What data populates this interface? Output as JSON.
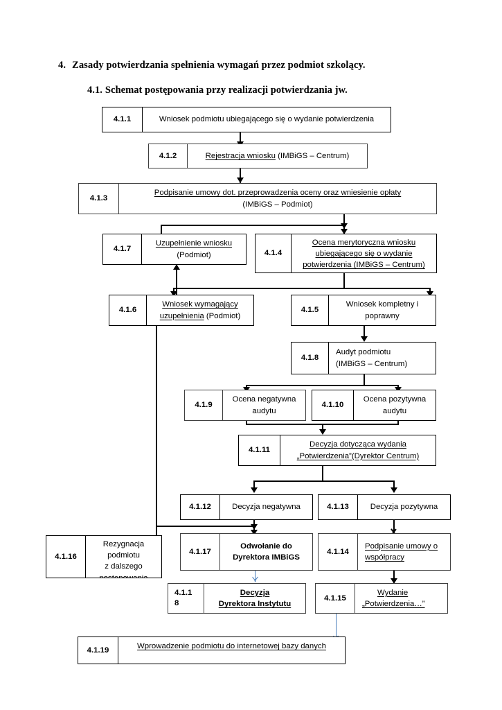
{
  "document": {
    "heading_main": {
      "number": "4.",
      "text": "Zasady potwierdzania spełnienia wymagań przez podmiot szkolący."
    },
    "heading_sub": {
      "number": "4.1.",
      "text": "Schemat postępowania przy realizacji potwierdzania jw."
    }
  },
  "flowchart": {
    "type": "flowchart",
    "nodes": [
      {
        "id": "4.1.1",
        "lines": [
          "Wniosek podmiotu ubiegającego się o wydanie potwierdzenia"
        ]
      },
      {
        "id": "4.1.2",
        "lines": [
          "Rejestracja wniosku (IMBiGS – Centrum)"
        ]
      },
      {
        "id": "4.1.3",
        "lines": [
          "Podpisanie umowy dot. przeprowadzenia oceny oraz wniesienie opłaty",
          "(IMBiGS – Podmiot)"
        ]
      },
      {
        "id": "4.1.7",
        "lines": [
          "Uzupełnienie wniosku",
          "(Podmiot)"
        ]
      },
      {
        "id": "4.1.4",
        "lines": [
          "Ocena merytoryczna wniosku",
          "ubiegającego się o wydanie",
          "potwierdzenia (IMBiGS – Centrum)"
        ]
      },
      {
        "id": "4.1.6",
        "lines": [
          "Wniosek wymagający",
          "uzupełnienia (Podmiot)"
        ]
      },
      {
        "id": "4.1.5",
        "lines": [
          "Wniosek kompletny i",
          "poprawny"
        ]
      },
      {
        "id": "4.1.8",
        "lines": [
          "Audyt  podmiotu",
          "(IMBiGS – Centrum)"
        ]
      },
      {
        "id": "4.1.9",
        "lines": [
          "Ocena negatywna",
          "audytu"
        ]
      },
      {
        "id": "4.1.10",
        "lines": [
          "Ocena pozytywna",
          "audytu"
        ]
      },
      {
        "id": "4.1.11",
        "lines": [
          "Decyzja dotycząca wydania",
          "„Potwierdzenia”(Dyrektor  Centrum)"
        ]
      },
      {
        "id": "4.1.12",
        "lines": [
          "Decyzja negatywna"
        ]
      },
      {
        "id": "4.1.13",
        "lines": [
          "Decyzja pozytywna"
        ]
      },
      {
        "id": "4.1.16",
        "lines": [
          "Rezygnacja",
          "podmiotu",
          "z dalszego",
          "postępowania"
        ]
      },
      {
        "id": "4.1.17",
        "lines": [
          "Odwołanie do",
          "Dyrektora IMBiGS"
        ]
      },
      {
        "id": "4.1.14",
        "lines": [
          "Podpisanie umowy o",
          "współpracy"
        ]
      },
      {
        "id": "4.1.18",
        "id_line1": "4.1.1",
        "id_line2": "8",
        "lines": [
          "Decyzja",
          "Dyrektora Instytutu"
        ]
      },
      {
        "id": "4.1.15",
        "lines": [
          "Wydanie",
          "„Potwierdzenia…”"
        ]
      },
      {
        "id": "4.1.19",
        "lines": [
          "Wprowadzenie podmiotu do internetowej bazy danych"
        ]
      }
    ],
    "edges": [
      {
        "from": "4.1.1",
        "to": "4.1.2"
      },
      {
        "from": "4.1.2",
        "to": "4.1.3"
      },
      {
        "from": "4.1.3",
        "to": "4.1.4"
      },
      {
        "from": "4.1.7",
        "to": "4.1.4"
      },
      {
        "from": "4.1.4",
        "to": "4.1.6"
      },
      {
        "from": "4.1.4",
        "to": "4.1.5"
      },
      {
        "from": "4.1.6",
        "to": "4.1.7"
      },
      {
        "from": "4.1.5",
        "to": "4.1.8"
      },
      {
        "from": "4.1.8",
        "to": "4.1.9"
      },
      {
        "from": "4.1.8",
        "to": "4.1.10"
      },
      {
        "from": "4.1.9",
        "to": "4.1.11"
      },
      {
        "from": "4.1.10",
        "to": "4.1.11"
      },
      {
        "from": "4.1.11",
        "to": "4.1.12"
      },
      {
        "from": "4.1.11",
        "to": "4.1.13"
      },
      {
        "from": "4.1.12",
        "to": "4.1.17"
      },
      {
        "from": "4.1.6",
        "to": "4.1.16"
      },
      {
        "from": "4.1.6",
        "to": "4.1.17"
      },
      {
        "from": "4.1.13",
        "to": "4.1.14"
      },
      {
        "from": "4.1.17",
        "to": "4.1.18",
        "color": "#4a7ebb"
      },
      {
        "from": "4.1.14",
        "to": "4.1.15"
      },
      {
        "from": "4.1.15",
        "to": "4.1.19",
        "color": "#4a7ebb"
      }
    ],
    "colors": {
      "line": "#000000",
      "accent": "#4a7ebb",
      "box_border": "#000000",
      "background": "#ffffff"
    }
  }
}
